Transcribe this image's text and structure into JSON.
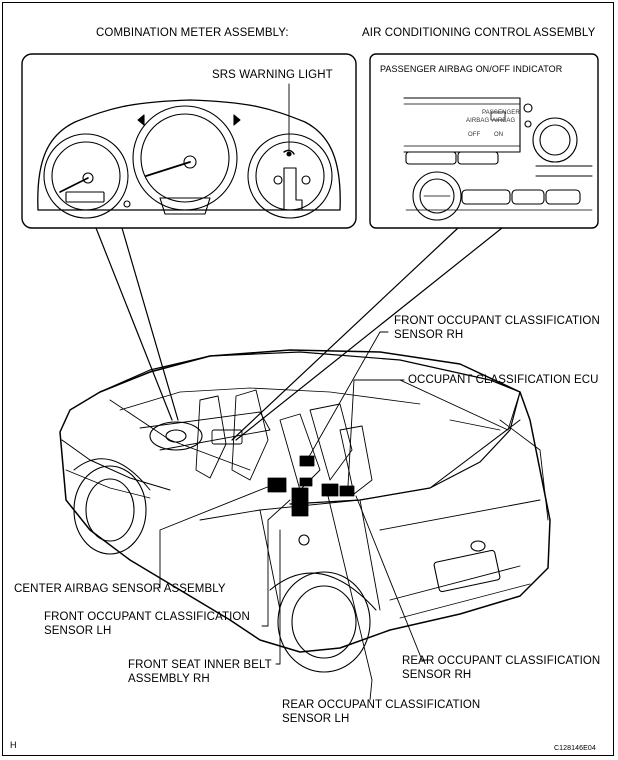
{
  "header": {
    "combination_meter": "COMBINATION METER ASSEMBLY:",
    "air_conditioning": "AIR CONDITIONING CONTROL ASSEMBLY"
  },
  "insets": {
    "srs_warning_light": "SRS WARNING LIGHT",
    "passenger_airbag_indicator": "PASSENGER AIRBAG ON/OFF INDICATOR",
    "panel_text": {
      "passenger": "PASSENGER",
      "airbag_off_1": "AIRBAG",
      "airbag_off_2": "OFF",
      "airbag_on_1": "AIRBAG",
      "airbag_on_2": "ON"
    }
  },
  "labels": {
    "front_occ_rh_1": "FRONT OCCUPANT CLASSIFICATION",
    "front_occ_rh_2": "SENSOR RH",
    "occ_ecu": "OCCUPANT CLASSIFICATION ECU",
    "center_airbag": "CENTER AIRBAG SENSOR ASSEMBLY",
    "front_occ_lh_1": "FRONT OCCUPANT CLASSIFICATION",
    "front_occ_lh_2": "SENSOR LH",
    "front_seat_belt_1": "FRONT SEAT INNER BELT",
    "front_seat_belt_2": "ASSEMBLY RH",
    "rear_occ_rh_1": "REAR OCCUPANT CLASSIFICATION",
    "rear_occ_rh_2": "SENSOR RH",
    "rear_occ_lh_1": "REAR OCCUPANT CLASSIFICATION",
    "rear_occ_lh_2": "SENSOR LH"
  },
  "footer": {
    "left_code": "H",
    "right_code": "C128146E04"
  }
}
